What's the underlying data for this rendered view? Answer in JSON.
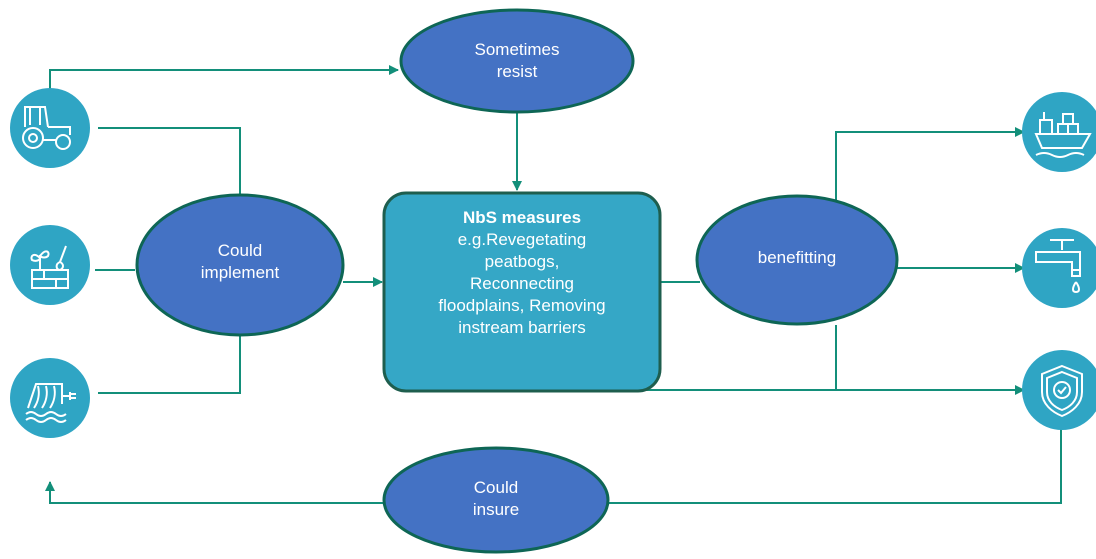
{
  "nodes": {
    "resist": {
      "label": "Sometimes\nresist"
    },
    "implement": {
      "label": "Could\nimplement"
    },
    "benefitting": {
      "label": "benefitting"
    },
    "insure": {
      "label": "Could\ninsure"
    },
    "center": {
      "title": "NbS measures",
      "body": "e.g.Revegetating\npeatbogs,\nReconnecting\nfloodplains, Removing\ninstream barriers"
    }
  },
  "icons": {
    "left": [
      "tractor-icon",
      "gardening-icon",
      "hydropower-dam-icon"
    ],
    "right": [
      "cargo-ship-icon",
      "water-tap-icon",
      "insurance-shield-icon"
    ]
  },
  "colors": {
    "ellipse_fill": "#4472C4",
    "ellipse_stroke": "#0E6655",
    "box_fill": "#35A7C6",
    "box_stroke": "#1E5E4E",
    "icon_circle": "#2FA5C4",
    "connector": "#138F7A"
  }
}
